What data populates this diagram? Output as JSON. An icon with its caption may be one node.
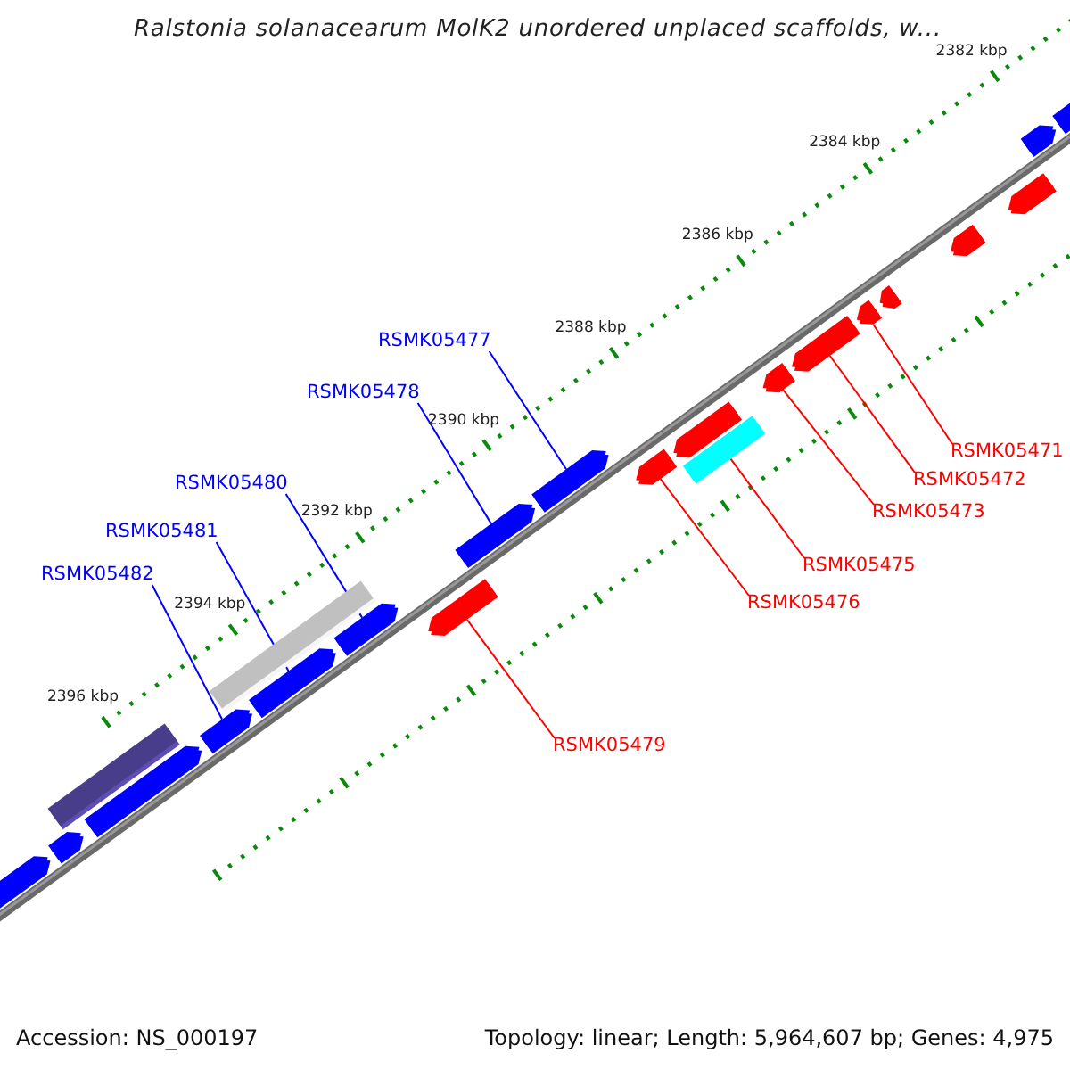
{
  "diagram": {
    "title": "Ralstonia solanacearum MolK2 unordered unplaced scaffolds, w...",
    "nodes": [
      {
        "text": [
          "RSMK05477"
        ]
      },
      {
        "text": [
          "RSMK05478"
        ]
      },
      {
        "text": [
          "RSMK05480"
        ]
      },
      {
        "text": [
          "RSMK05481"
        ]
      },
      {
        "text": [
          "RSMK05482"
        ]
      },
      {
        "text": [
          "RSMK05471"
        ]
      },
      {
        "text": [
          "RSMK05472"
        ]
      },
      {
        "text": [
          "RSMK05473"
        ]
      },
      {
        "text": [
          "RSMK05475"
        ]
      },
      {
        "text": [
          "RSMK05476"
        ]
      },
      {
        "text": [
          "RSMK05479"
        ]
      },
      {
        "text": [],
        "shape": "arrow"
      },
      {
        "text": [],
        "shape": "arrow"
      },
      {
        "text": [],
        "shape": "box"
      },
      {
        "text": [],
        "shape": "arrow"
      },
      {
        "text": [],
        "shape": "arrow"
      },
      {
        "text": [],
        "shape": "box"
      },
      {
        "text": [],
        "shape": "arrow"
      },
      {
        "text": [],
        "shape": "arrow"
      },
      {
        "text": [],
        "shape": "arrow"
      },
      {
        "text": [],
        "shape": "arrow"
      },
      {
        "text": [],
        "shape": "arrow"
      },
      {
        "text": [],
        "shape": "arrow"
      },
      {
        "text": [],
        "shape": "arrow"
      },
      {
        "text": [],
        "shape": "box"
      },
      {
        "text": [],
        "shape": "arrow"
      },
      {
        "text": [],
        "shape": "arrow"
      },
      {
        "text": [],
        "shape": "arrow"
      },
      {
        "text": [],
        "shape": "arrow"
      },
      {
        "text": [],
        "shape": "arrow"
      },
      {
        "text": [],
        "shape": "arrow"
      },
      {
        "text": [],
        "shape": "arrow"
      },
      {
        "text": [],
        "shape": "arrow"
      }
    ],
    "edges": [
      {
        "from": 0,
        "to": 21,
        "arrow": "none",
        "color": "#0000ff"
      },
      {
        "from": 1,
        "to": 20,
        "arrow": "none",
        "color": "#0000ff"
      },
      {
        "from": 2,
        "to": 18,
        "arrow": "none",
        "color": "#0000ff"
      },
      {
        "from": 3,
        "to": 17,
        "arrow": "none",
        "color": "#0000ff"
      },
      {
        "from": 4,
        "to": 15,
        "arrow": "none",
        "color": "#0000ff"
      },
      {
        "from": 5,
        "to": 27,
        "arrow": "none"
      },
      {
        "from": 6,
        "to": 26,
        "arrow": "none"
      },
      {
        "from": 7,
        "to": 25,
        "arrow": "none"
      },
      {
        "from": 8,
        "to": 24,
        "arrow": "none"
      },
      {
        "from": 9,
        "to": 22,
        "arrow": "none"
      },
      {
        "from": 10,
        "to": 19,
        "arrow": "none"
      }
    ],
    "labels": [
      "2382 kbp",
      "2384 kbp",
      "2386 kbp",
      "2388 kbp",
      "2390 kbp",
      "2392 kbp",
      "2394 kbp",
      "2396 kbp",
      "Accession: NS_000197",
      "Topology: linear; Length: 5,964,607 bp; Genes: 4,975"
    ]
  }
}
